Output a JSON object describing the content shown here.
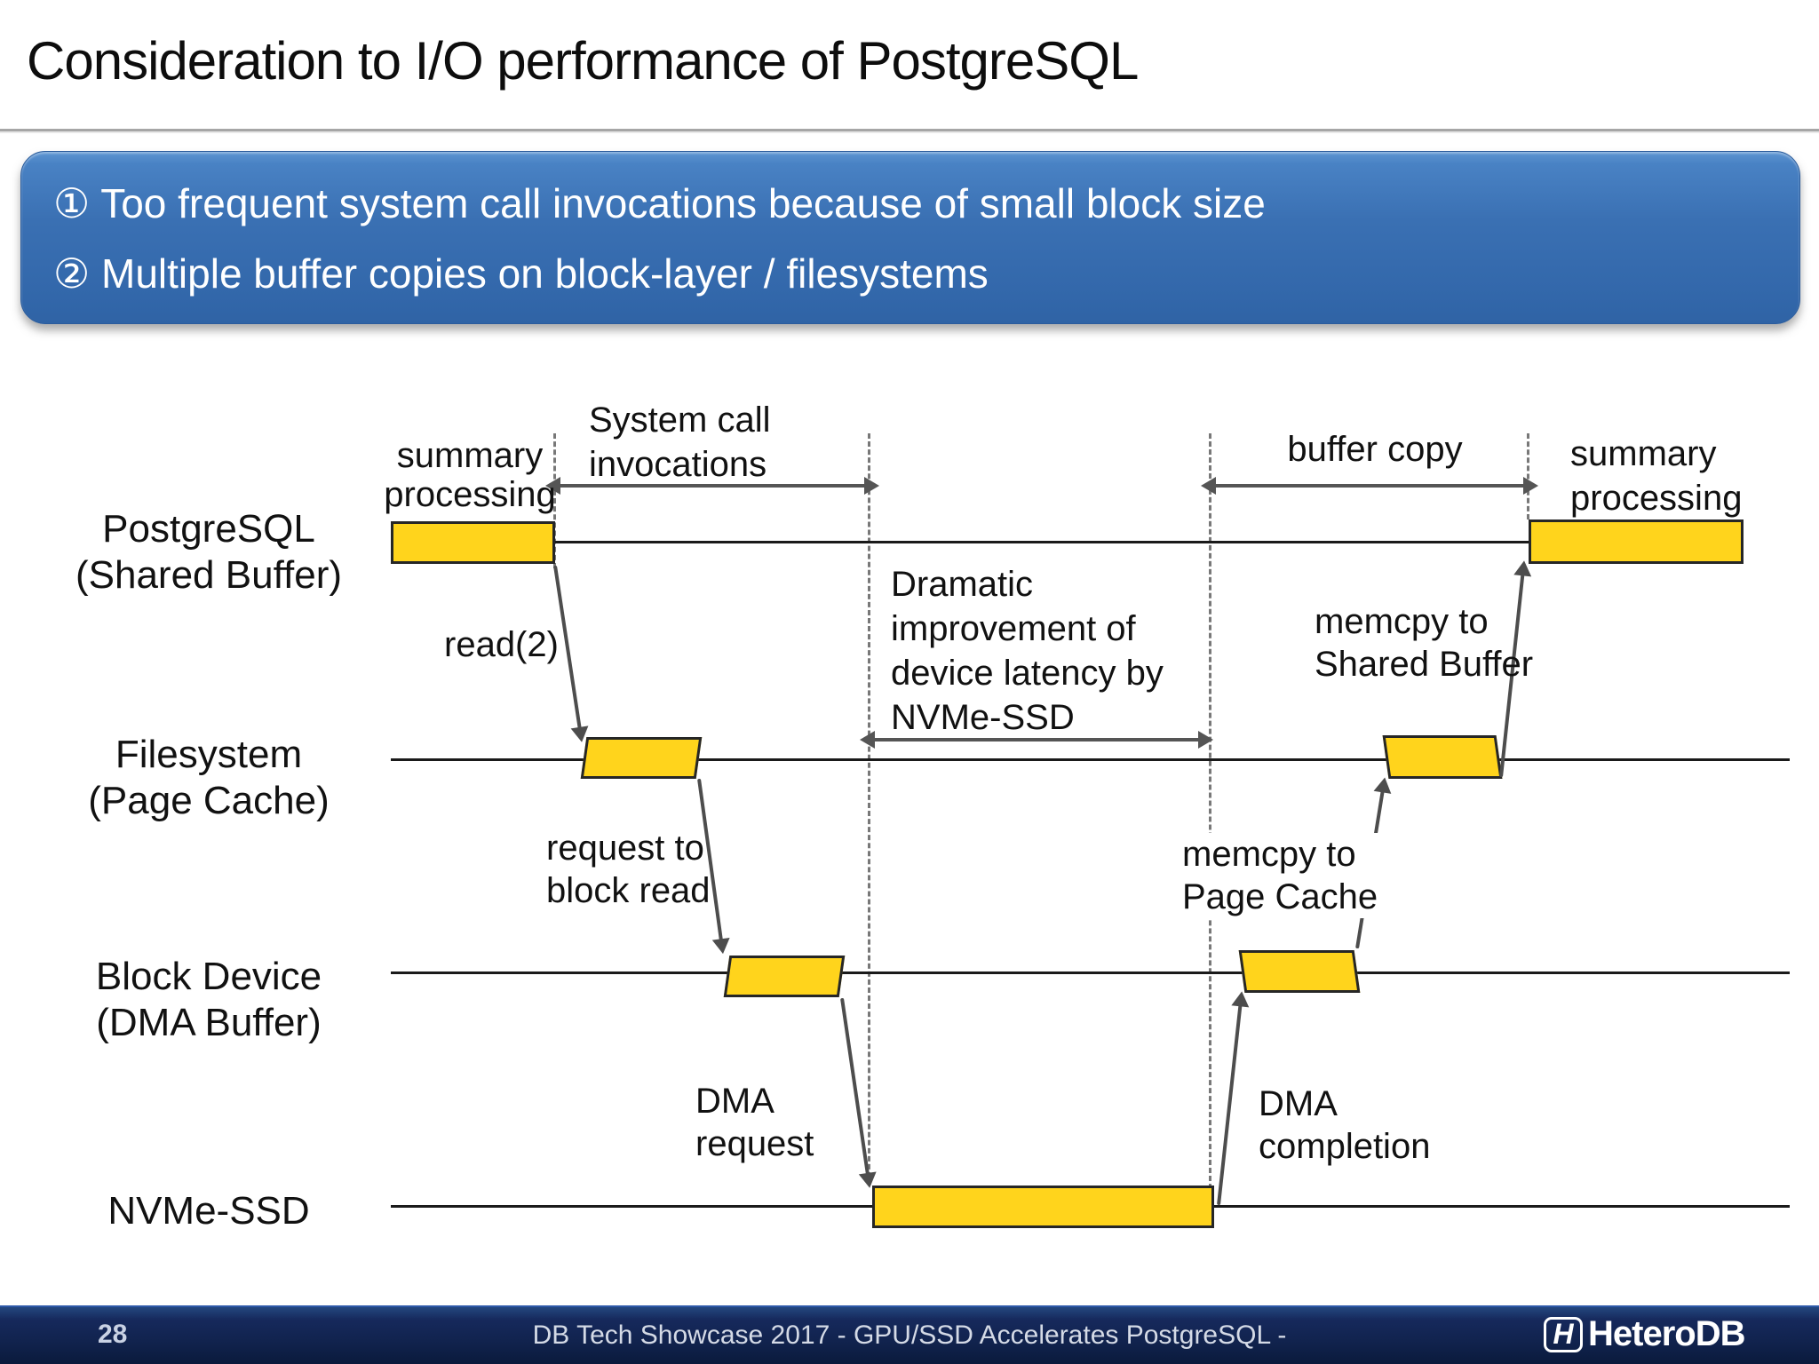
{
  "slide": {
    "title": "Consideration to I/O performance of PostgreSQL",
    "callout": {
      "line1": "① Too frequent system call invocations because of small block size",
      "line2": "② Multiple buffer copies on block-layer / filesystems"
    },
    "lanes": [
      {
        "label_line1": "PostgreSQL",
        "label_line2": "(Shared Buffer)"
      },
      {
        "label_line1": "Filesystem",
        "label_line2": "(Page Cache)"
      },
      {
        "label_line1": "Block Device",
        "label_line2": "(DMA Buffer)"
      },
      {
        "label_line1": "NVMe-SSD",
        "label_line2": ""
      }
    ],
    "annotations": {
      "summary_left": [
        "summary",
        "processing"
      ],
      "system_call": [
        "System call",
        "invocations"
      ],
      "buffer_copy": "buffer copy",
      "summary_right": [
        "summary",
        "processing"
      ],
      "dramatic": [
        "Dramatic",
        "improvement of",
        "device latency by",
        "NVMe-SSD"
      ],
      "read2": "read(2)",
      "request_block": [
        "request to",
        "block read"
      ],
      "dma_request": [
        "DMA",
        "request"
      ],
      "dma_completion": [
        "DMA",
        "completion"
      ],
      "memcpy_page_cache": [
        "memcpy to",
        "Page Cache"
      ],
      "memcpy_shared_buffer": [
        "memcpy to",
        "Shared Buffer"
      ]
    },
    "footer": {
      "page_number": "28",
      "caption": "DB Tech Showcase 2017 - GPU/SSD Accelerates PostgreSQL -",
      "logo_text": "HeteroDB",
      "logo_icon_glyph": "H"
    },
    "colors": {
      "accent_yellow": "#FFD41C",
      "callout_blue_top": "#4E86C6",
      "callout_blue_bottom": "#2F63A5",
      "footer_navy": "#122B60",
      "arrow_gray": "#4D4D4D"
    }
  }
}
